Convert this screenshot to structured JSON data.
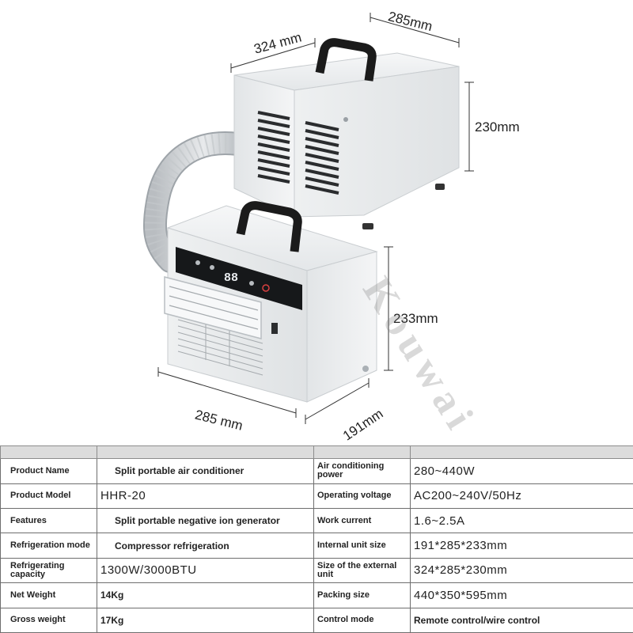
{
  "dimensions": {
    "outdoor_depth": "324 mm",
    "outdoor_width": "285mm",
    "outdoor_height": "230mm",
    "indoor_height": "233mm",
    "indoor_width": "285 mm",
    "indoor_depth": "191mm"
  },
  "panel_display": "88",
  "watermark": "Kouwai",
  "colors": {
    "unit_body": "#f1f3f4",
    "handle": "#1b1b1b",
    "table_header": "#dcdcdc",
    "table_border": "#6e6e6e"
  },
  "specs": [
    {
      "label_left": "Product Name",
      "value_left": "Split portable air conditioner",
      "label_right": "Air conditioning power",
      "value_right": "280~440W"
    },
    {
      "label_left": "Product Model",
      "value_left": "HHR-20",
      "label_right": "Operating voltage",
      "value_right": "AC200~240V/50Hz"
    },
    {
      "label_left": "Features",
      "value_left": "Split portable negative ion generator",
      "label_right": "Work current",
      "value_right": "1.6~2.5A"
    },
    {
      "label_left": "Refrigeration mode",
      "value_left": "Compressor refrigeration",
      "label_right": "Internal unit size",
      "value_right": "191*285*233mm"
    },
    {
      "label_left": "Refrigerating capacity",
      "value_left": "1300W/3000BTU",
      "label_right": "Size of the external unit",
      "value_right": "324*285*230mm"
    },
    {
      "label_left": "Net Weight",
      "value_left": "14Kg",
      "label_right": "Packing size",
      "value_right": "440*350*595mm"
    },
    {
      "label_left": "Gross weight",
      "value_left": "17Kg",
      "label_right": "Control mode",
      "value_right": "Remote control/wire control"
    }
  ]
}
